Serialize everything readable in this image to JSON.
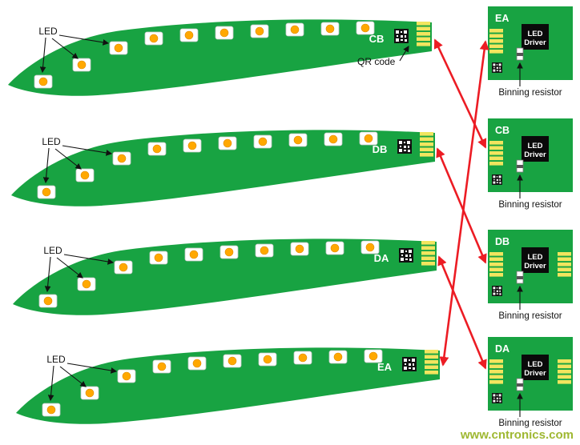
{
  "colors": {
    "pcb_green": "#18a342",
    "pad_yellow": "#f2e55e",
    "led_orange": "#ffa800",
    "arrow_red": "#ec1c24",
    "chip_black": "#0a0a0a",
    "watermark_green": "#9fb832"
  },
  "strips": [
    {
      "id": "CB"
    },
    {
      "id": "DB"
    },
    {
      "id": "DA"
    },
    {
      "id": "EA"
    }
  ],
  "drivers": [
    {
      "id": "EA"
    },
    {
      "id": "CB"
    },
    {
      "id": "DB"
    },
    {
      "id": "DA"
    }
  ],
  "driver_chip": {
    "line1": "LED",
    "line2": "Driver"
  },
  "annotations": {
    "led": "LED",
    "qr_code": "QR code",
    "binning_resistor": "Binning resistor"
  },
  "watermark": "www.cntronics.com"
}
